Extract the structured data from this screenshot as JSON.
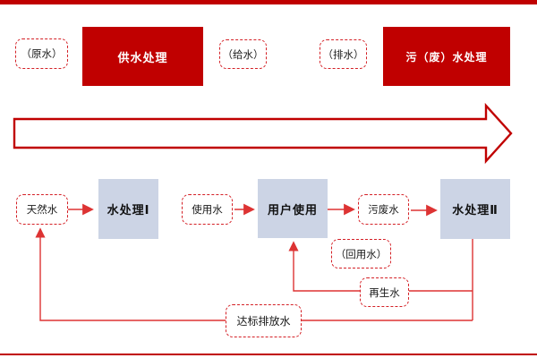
{
  "colors": {
    "accent_red": "#c00000",
    "dash_red": "#d42026",
    "line_red": "#dd3333",
    "process_fill": "#ccd4e5"
  },
  "top_row": {
    "raw_water_label": "（原水）",
    "supply_treatment_label": "供水处理",
    "feed_water_label": "（给水）",
    "drain_water_label": "（排水）",
    "sewage_treatment_label": "污（废）水处理"
  },
  "flow": {
    "natural_water_label": "天然水",
    "treatment1_label": "水处理Ⅰ",
    "use_water_label": "使用水",
    "user_label": "用户使用",
    "waste_water_label": "污废水",
    "treatment2_label": "水处理Ⅱ",
    "reuse_water_label": "（回用水）",
    "regenerated_water_label": "再生水",
    "discharge_water_label": "达标排放水"
  }
}
